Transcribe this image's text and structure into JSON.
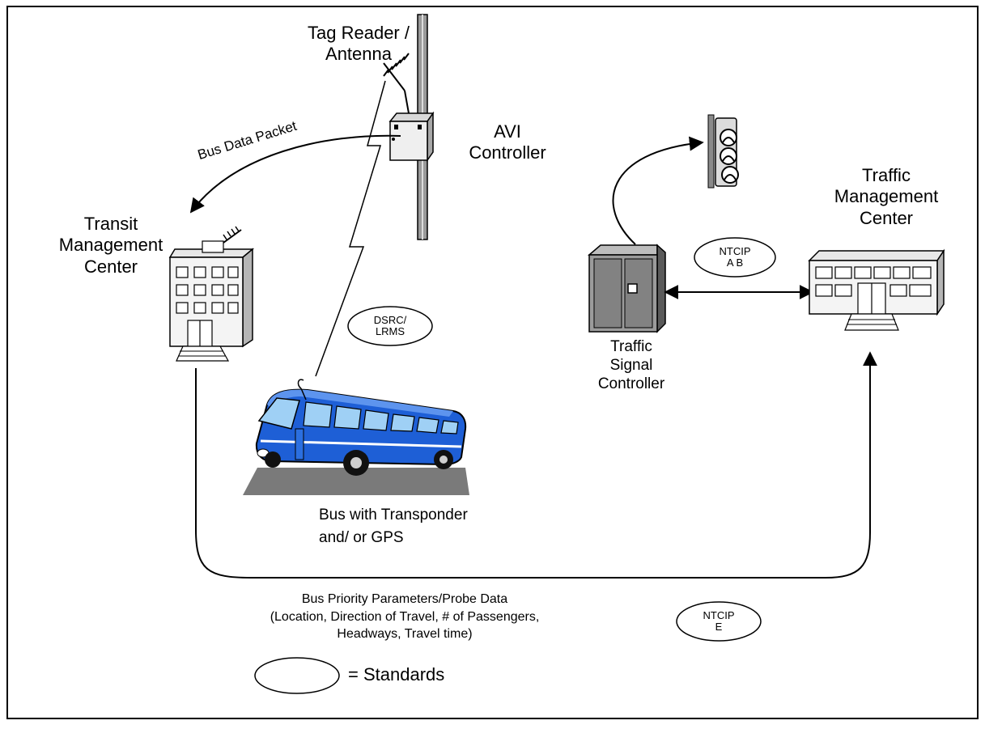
{
  "labels": {
    "tag_reader": "Tag Reader /",
    "antenna": "Antenna",
    "avi_line1": "AVI",
    "avi_line2": "Controller",
    "bus_data_packet": "Bus Data Packet",
    "transit_line1": "Transit",
    "transit_line2": "Management",
    "transit_line3": "Center",
    "traffic_mgmt_line1": "Traffic",
    "traffic_mgmt_line2": "Management",
    "traffic_mgmt_line3": "Center",
    "tsc_line1": "Traffic",
    "tsc_line2": "Signal",
    "tsc_line3": "Controller",
    "bus_line1": "Bus with Transponder",
    "bus_line2": "and/ or GPS",
    "bottom_line1": "Bus Priority Parameters/Probe Data",
    "bottom_line2": "(Location, Direction of Travel, # of Passengers,",
    "bottom_line3": "Headways, Travel time)",
    "legend_text": "= Standards"
  },
  "standards": {
    "dsrc_line1": "DSRC/",
    "dsrc_line2": "LRMS",
    "ntcip_ab_line1": "NTCIP",
    "ntcip_ab_line2": "A B",
    "ntcip_e_line1": "NTCIP",
    "ntcip_e_line2": "E"
  },
  "colors": {
    "bus_body": "#1e5fd6",
    "bus_window": "#9fd0f5",
    "bus_shadow": "#7a7a7a"
  }
}
